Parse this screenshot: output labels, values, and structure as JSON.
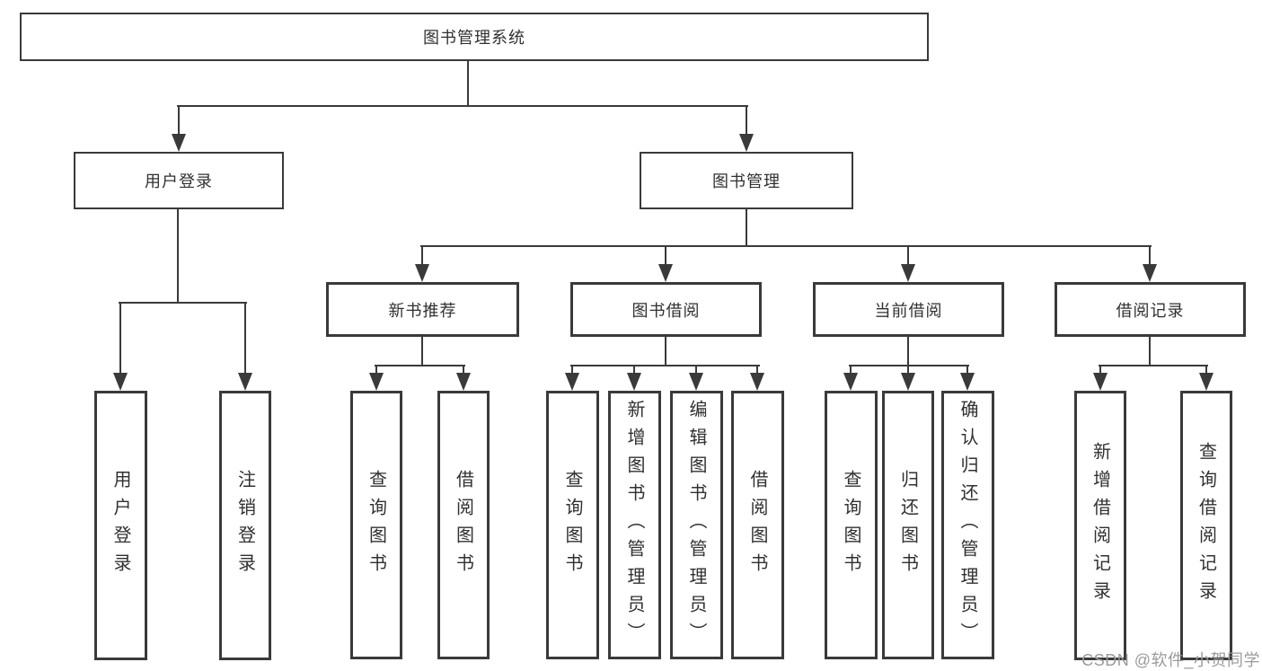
{
  "colors": {
    "line": "#3a3a3a",
    "box_border": "#3a3a3a",
    "text": "#303030",
    "watermark": "#9b9b9b",
    "background": "#ffffff"
  },
  "tree": {
    "label": "图书管理系统",
    "children": [
      {
        "label": "用户登录",
        "children": [
          {
            "label": "用户登录"
          },
          {
            "label": "注销登录"
          }
        ]
      },
      {
        "label": "图书管理",
        "children": [
          {
            "label": "新书推荐",
            "children": [
              {
                "label": "查询图书"
              },
              {
                "label": "借阅图书"
              }
            ]
          },
          {
            "label": "图书借阅",
            "children": [
              {
                "label": "查询图书"
              },
              {
                "label": "新增图书（管理员）"
              },
              {
                "label": "编辑图书（管理员）"
              },
              {
                "label": "借阅图书"
              }
            ]
          },
          {
            "label": "当前借阅",
            "children": [
              {
                "label": "查询图书"
              },
              {
                "label": "归还图书"
              },
              {
                "label": "确认归还（管理员）"
              }
            ]
          },
          {
            "label": "借阅记录",
            "children": [
              {
                "label": "新增借阅记录"
              },
              {
                "label": "查询借阅记录"
              }
            ]
          }
        ]
      }
    ]
  },
  "watermark": {
    "text": "CSDN @软件_小贺同学"
  }
}
